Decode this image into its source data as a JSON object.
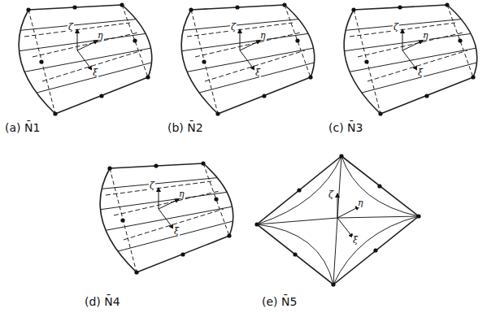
{
  "diagram": {
    "labels": [
      "ζ",
      "η",
      "ξ",
      "(a) N̄1",
      "ζ",
      "η",
      "ξ",
      "(b) N̄2",
      "ζ",
      "η",
      "ξ",
      "(c) N̄3",
      "ζ",
      "η",
      "ξ",
      "(d) N̄4",
      "ζ",
      "η",
      "ξ",
      "(e) N̄5"
    ]
  }
}
